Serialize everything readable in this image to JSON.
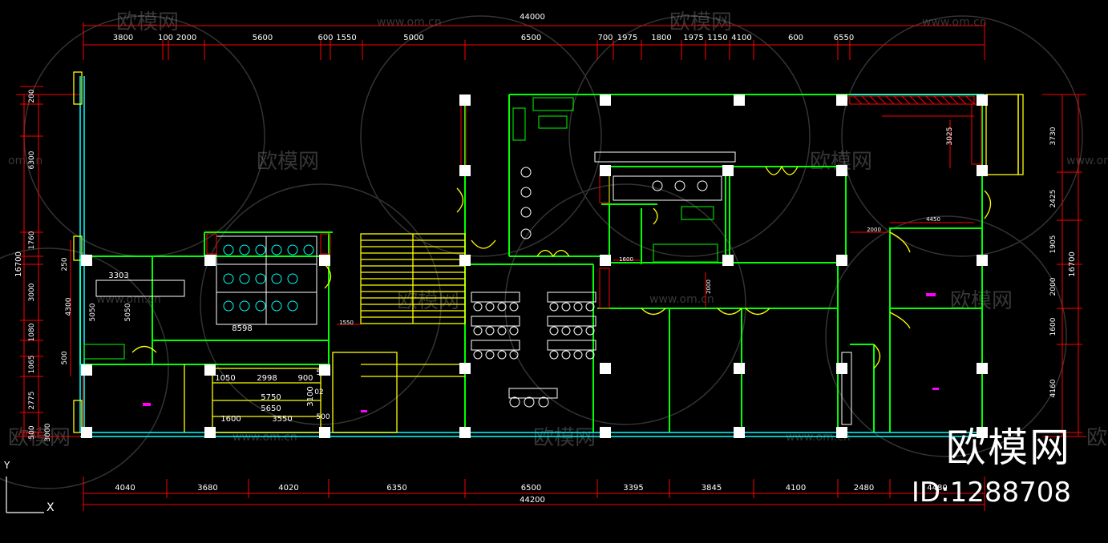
{
  "drawing": {
    "top_dims": {
      "total": "44000",
      "segments": [
        "3800",
        "100",
        "2000",
        "5600",
        "600",
        "1550",
        "5000",
        "6500",
        "700",
        "1975",
        "1800",
        "1975",
        "1150",
        "4100",
        "600",
        "6550"
      ]
    },
    "bottom_dims": {
      "total": "44200",
      "segments": [
        "4040",
        "3680",
        "4020",
        "6350",
        "6500",
        "3395",
        "3845",
        "4100",
        "2480",
        "4480"
      ]
    },
    "left_dims": {
      "total": "16700",
      "segments": [
        "200",
        "6300",
        "1760",
        "250",
        "3000",
        "1080",
        "1065",
        "500",
        "2775",
        "4300",
        "5050",
        "5050",
        "500",
        "3000"
      ]
    },
    "right_dims": {
      "total": "16700",
      "segments": [
        "3730",
        "2425",
        "1905",
        "2000",
        "1600",
        "4160",
        "3025"
      ]
    },
    "interior_dims": [
      "3303",
      "8598",
      "1050",
      "2998",
      "900",
      "5750",
      "5650",
      "3100",
      "1600",
      "3550",
      "500",
      "500",
      "02",
      "1550",
      "1600",
      "2000",
      "4450",
      "2000"
    ],
    "ucs": {
      "y": "Y",
      "x": "X"
    }
  },
  "watermarks": {
    "logo_text": "欧模网",
    "site": "www.om.cn",
    "site_short": "om.cn"
  },
  "brand": {
    "name": "欧模网",
    "id": "ID:1288708"
  },
  "colors": {
    "background": "#000000",
    "dimension": "#ff0000",
    "wall": "#00ff00",
    "window": "#00ffff",
    "door": "#ffff00",
    "furniture": "#00ffff",
    "column": "#ffffff",
    "text": "#ffffff"
  }
}
